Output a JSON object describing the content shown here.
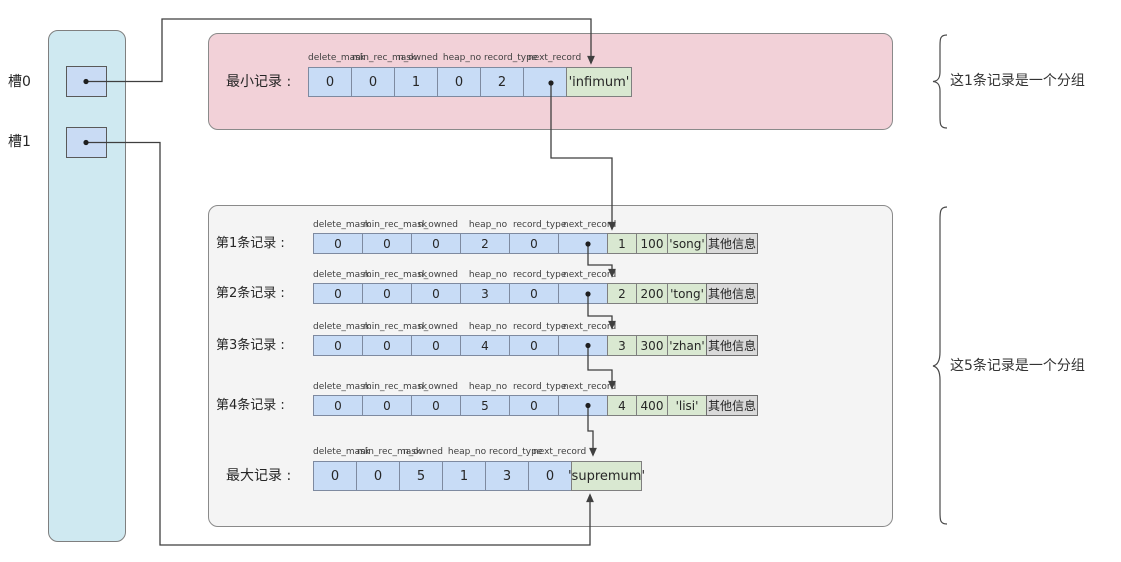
{
  "colors": {
    "slot_panel": "#cfe9f1",
    "slot_box": "#c9dbf4",
    "field_cell_blue": "#c8dcf6",
    "payload_cell_green": "#d9e8d1",
    "extra_cell_gray": "#d9d9d9",
    "infimum_group_box_pink": "#f2d1d8",
    "data_group_box_gray": "#f4f4f4",
    "connector_line": "#3f3f3f"
  },
  "slots": {
    "items": [
      {
        "label": "槽0"
      },
      {
        "label": "槽1"
      }
    ]
  },
  "field_headers": [
    "delete_mask",
    "min_rec_mask",
    "n_owned",
    "heap_no",
    "record_type",
    "next_record"
  ],
  "infimum_group": {
    "note": "这1条记录是一个分组",
    "record": {
      "label": "最小记录 :",
      "values": [
        "0",
        "0",
        "1",
        "0",
        "2",
        ""
      ],
      "payload": "'infimum'"
    }
  },
  "data_group": {
    "note": "这5条记录是一个分组",
    "records": [
      {
        "label": "第1条记录 :",
        "values": [
          "0",
          "0",
          "0",
          "2",
          "0",
          ""
        ],
        "key": "1",
        "col2": "100",
        "name": "'song'",
        "extra": "其他信息"
      },
      {
        "label": "第2条记录 :",
        "values": [
          "0",
          "0",
          "0",
          "3",
          "0",
          ""
        ],
        "key": "2",
        "col2": "200",
        "name": "'tong'",
        "extra": "其他信息"
      },
      {
        "label": "第3条记录 :",
        "values": [
          "0",
          "0",
          "0",
          "4",
          "0",
          ""
        ],
        "key": "3",
        "col2": "300",
        "name": "'zhan'",
        "extra": "其他信息"
      },
      {
        "label": "第4条记录 :",
        "values": [
          "0",
          "0",
          "0",
          "5",
          "0",
          ""
        ],
        "key": "4",
        "col2": "400",
        "name": "'lisi'",
        "extra": "其他信息"
      }
    ],
    "supremum": {
      "label": "最大记录 :",
      "values": [
        "0",
        "0",
        "5",
        "1",
        "3",
        "0"
      ],
      "payload": "'supremum'"
    }
  }
}
